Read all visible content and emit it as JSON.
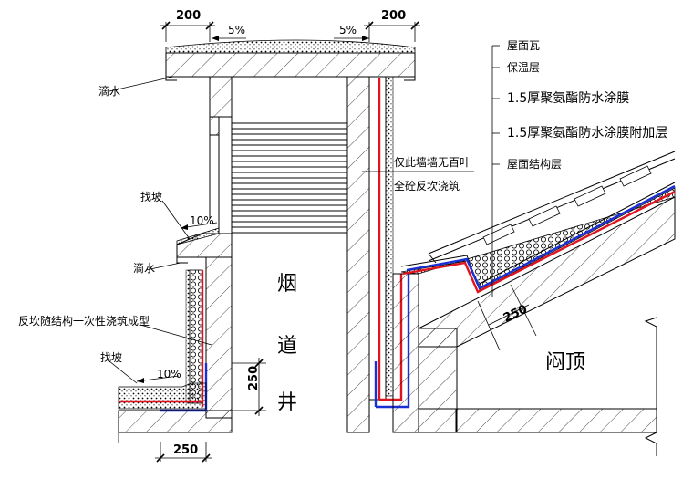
{
  "dimensions": {
    "top_left": "200",
    "top_right": "200",
    "step_height": "250",
    "bottom_width": "250",
    "gutter_width": "250"
  },
  "slopes": {
    "cap_left": "5%",
    "cap_right": "5%",
    "upper_step": "10%",
    "lower_step": "10%"
  },
  "labels": {
    "drip_upper": "滴水",
    "drip_middle": "滴水",
    "slope_upper": "找坡",
    "slope_lower": "找坡",
    "curb_note": "反坎随结构一次性浇筑成型",
    "wall_note_line1": "仅此墙墙无百叶",
    "wall_note_line2": "全砼反坎浇筑",
    "shaft_char1": "烟",
    "shaft_char2": "道",
    "shaft_char3": "井",
    "ceiling": "闷顶"
  },
  "legend": [
    "屋面瓦",
    "保温层",
    "1.5厚聚氨酯防水涂膜",
    "1.5厚聚氨酯防水涂膜附加层",
    "屋面结构层"
  ],
  "colors": {
    "membrane": "#e0141e",
    "additional_layer": "#1a2fd6",
    "line": "#000000"
  }
}
